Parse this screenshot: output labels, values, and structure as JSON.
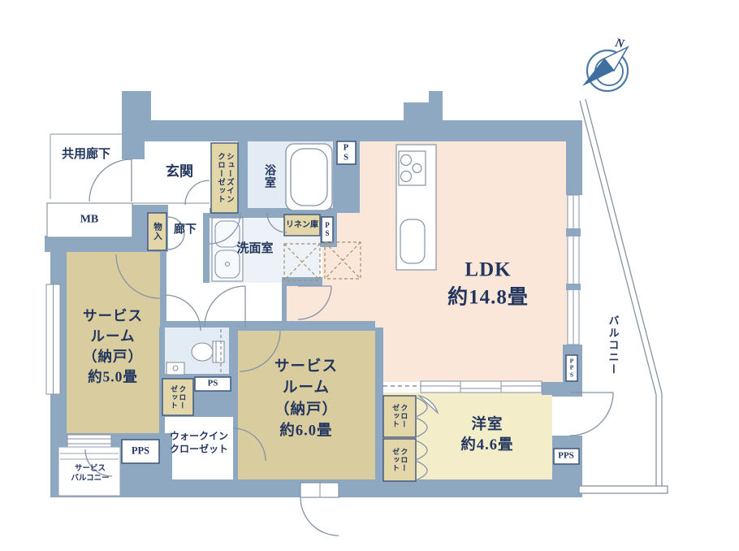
{
  "plan": {
    "labels": {
      "common_corridor": "共用廊下",
      "entrance": "玄関",
      "shoes_closet": "シューズイン\nクローゼット",
      "bathroom": "浴室",
      "washroom": "洗面室",
      "linen": "リネン庫",
      "hallway": "廊下",
      "storage": "物入",
      "mb": "MB",
      "ldk": "LDK\n約14.8畳",
      "service_room_5": "サービス\nルーム\n（納戸）\n約5.0畳",
      "service_room_6": "サービス\nルーム\n（納戸）\n約6.0畳",
      "western_room": "洋室\n約4.6畳",
      "walk_in_closet": "ウォークイン\nクローゼット",
      "closet": "クロー\nゼット",
      "balcony": "バルコニー",
      "service_balcony": "サービス\nバルコニー",
      "ps_stacked": "P\nS",
      "ps_horizontal": "PS",
      "pps_stacked": "P\nP\nS",
      "pps_horizontal": "PPS",
      "north": "N"
    },
    "colors": {
      "wall": "#8da8c0",
      "ldk_floor": "#fbe7d9",
      "service_room_floor": "#d9cc9e",
      "western_room_floor": "#f3eec9",
      "wet_area_floor": "#e3ecf4",
      "label_box": "#e3d6a8",
      "text": "#22365e"
    }
  }
}
